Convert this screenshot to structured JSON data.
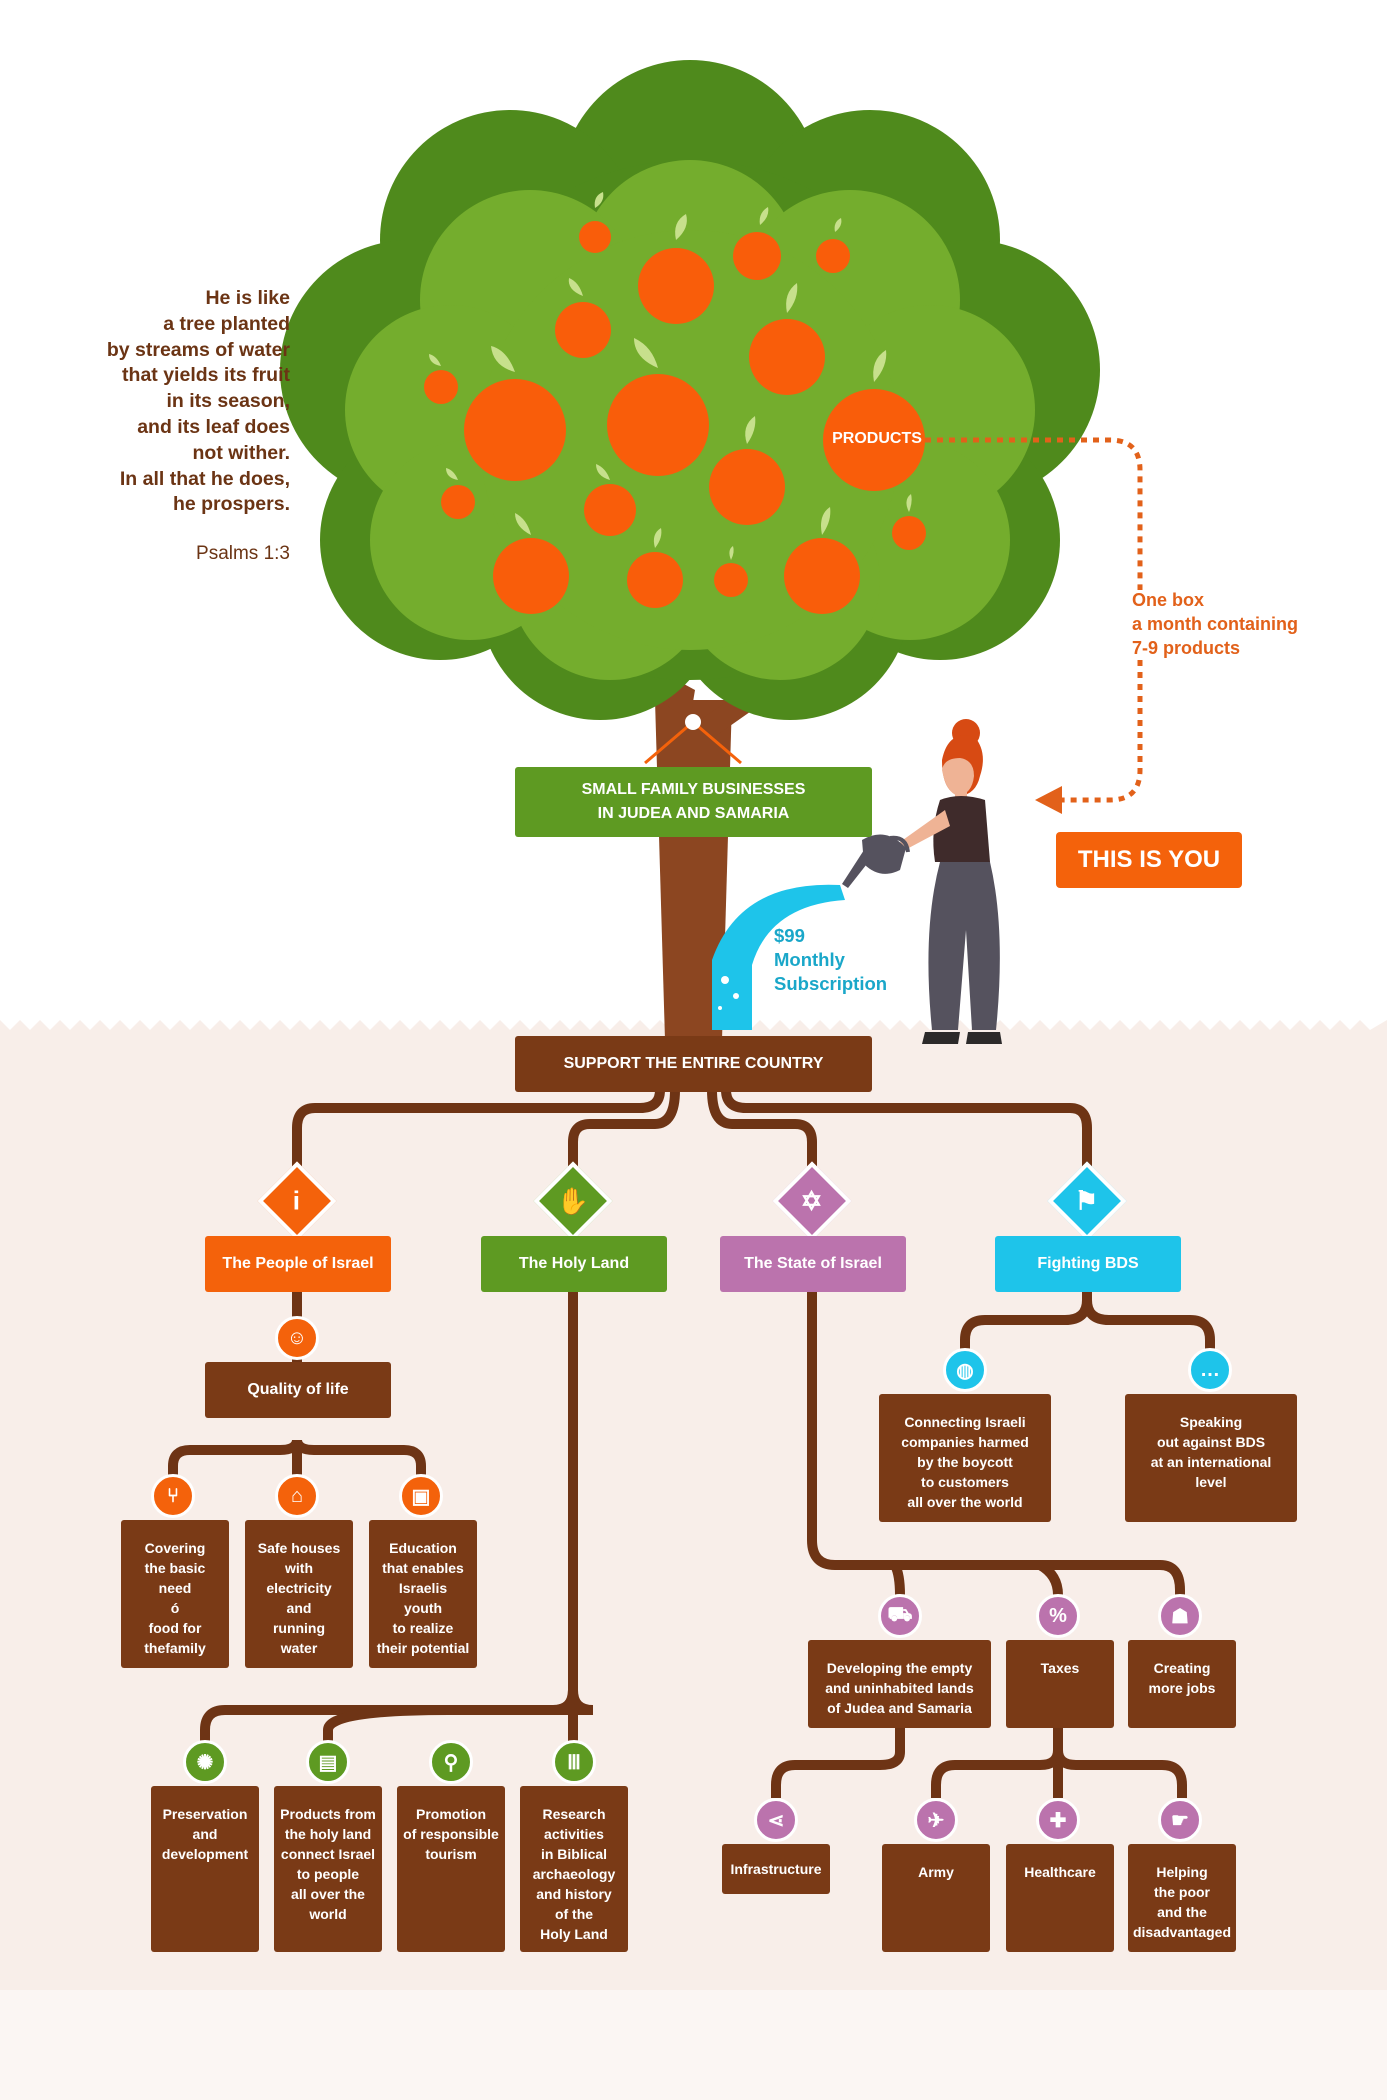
{
  "quote": {
    "lines": [
      "He is like",
      "a tree planted",
      "by streams of water",
      "that yields its fruit",
      "in its season,",
      "and its leaf does",
      "not wither.",
      "In all that he does,",
      "he prospers."
    ],
    "source": "Psalms 1:3"
  },
  "products_label": "PRODUCTS",
  "box_note": [
    "One box",
    "a month containing",
    "7-9 products"
  ],
  "this_is_you": "THIS IS YOU",
  "subscription": [
    "$99",
    "Monthly",
    "Subscription"
  ],
  "trunk_label": [
    "SMALL FAMILY BUSINESSES",
    "IN JUDEA AND SAMARIA"
  ],
  "root_label": "SUPPORT THE ENTIRE COUNTRY",
  "colors": {
    "tree_dark": "#4f8a1c",
    "tree_light": "#74ad2d",
    "fruit": "#f95d0a",
    "trunk": "#8c4621",
    "brown_box": "#7a3a16",
    "ground": "#f8eee9"
  },
  "categories": [
    {
      "label": "The People of Israel",
      "icon": "info-icon"
    },
    {
      "label": "The Holy Land",
      "icon": "praying-hands-icon"
    },
    {
      "label": "The State of Israel",
      "icon": "star-of-david-icon"
    },
    {
      "label": "Fighting BDS",
      "icon": "flag-icon"
    }
  ],
  "people": {
    "hub_icon": "family-icon",
    "hub": "Quality of life",
    "items": [
      {
        "icon": "utensils-icon",
        "lines": [
          "Covering",
          "the basic",
          "need",
          "ó",
          "food for",
          "thefamily"
        ]
      },
      {
        "icon": "house-icon",
        "lines": [
          "Safe houses",
          "with",
          "electricity",
          "and",
          "running",
          "water"
        ]
      },
      {
        "icon": "classroom-icon",
        "lines": [
          "Education",
          "that enables",
          "Israelis",
          "youth",
          "to realize",
          "their potential"
        ]
      }
    ]
  },
  "holy_land": [
    {
      "icon": "lightbulb-icon",
      "lines": [
        "Preservation",
        "and",
        "development"
      ]
    },
    {
      "icon": "gift-box-icon",
      "lines": [
        "Products from",
        "the holy land",
        "connect Israel",
        "to people",
        "all over the",
        "world"
      ]
    },
    {
      "icon": "hiker-icon",
      "lines": [
        "Promotion",
        "of responsible",
        "tourism"
      ]
    },
    {
      "icon": "column-icon",
      "lines": [
        "Research",
        "activities",
        "in Biblical",
        "archaeology",
        "and history",
        "of the",
        "Holy Land"
      ]
    }
  ],
  "bds": [
    {
      "icon": "globe-icon",
      "lines": [
        "Connecting Israeli",
        "companies harmed",
        "by the boycott",
        "to customers",
        "all over the world"
      ]
    },
    {
      "icon": "speech-bubble-icon",
      "lines": [
        "Speaking",
        "out against BDS",
        "at an international",
        "level"
      ]
    }
  ],
  "state": [
    {
      "icon": "bulldozer-icon",
      "lines": [
        "Developing  the empty",
        "and uninhabited lands",
        "of Judea and Samaria"
      ]
    },
    {
      "icon": "percent-icon",
      "lines": [
        "Taxes"
      ]
    },
    {
      "icon": "people-icon",
      "lines": [
        "Creating",
        "more jobs"
      ]
    }
  ],
  "develop_children": [
    {
      "icon": "share-icon",
      "lines": [
        "Infrastructure"
      ]
    }
  ],
  "taxes_children": [
    {
      "icon": "plane-icon",
      "lines": [
        "Army"
      ]
    },
    {
      "icon": "medical-cross-icon",
      "lines": [
        "Healthcare"
      ]
    },
    {
      "icon": "helping-hand-icon",
      "lines": [
        "Helping",
        "the poor",
        "and the",
        "disadvantaged"
      ]
    }
  ]
}
